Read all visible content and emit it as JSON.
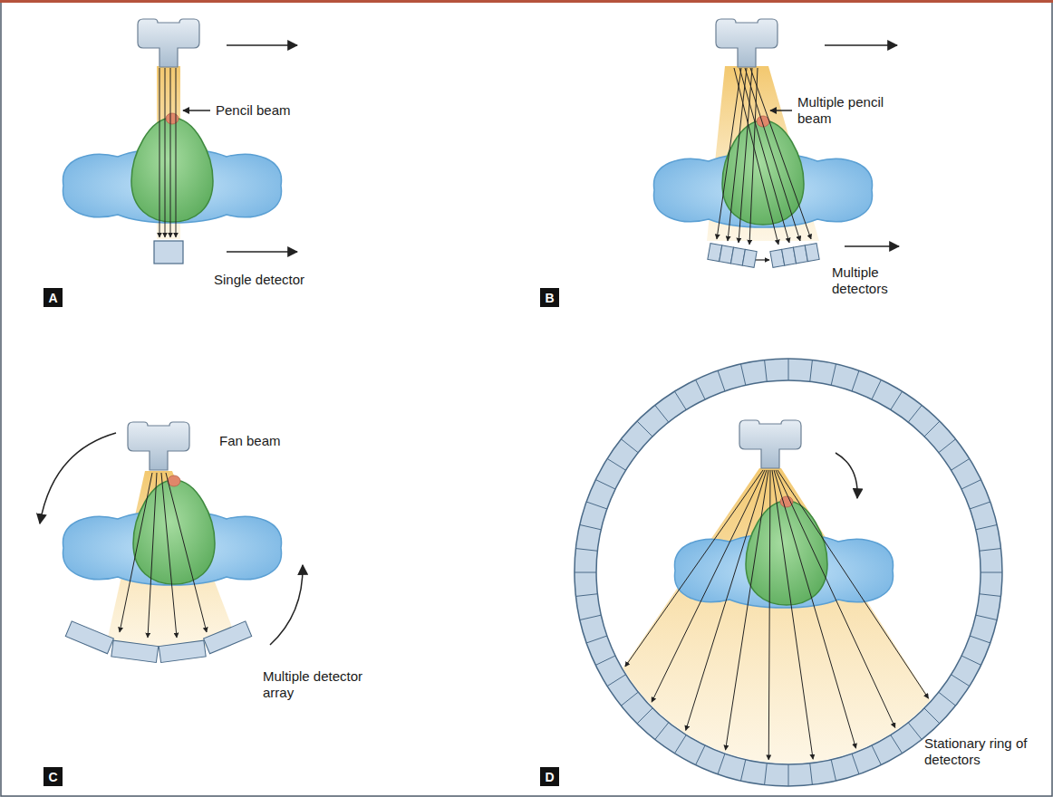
{
  "diagram": {
    "nodes": [
      {
        "text": [
          "A"
        ]
      },
      {
        "text": [
          "B"
        ]
      },
      {
        "text": [
          "C"
        ]
      },
      {
        "text": [
          "D"
        ]
      }
    ],
    "labels": [
      "Pencil beam",
      "Single detector",
      "Multiple pencil beam",
      "Multiple detectors",
      "Fan beam",
      "Multiple detector array",
      "Stationary ring of detectors"
    ]
  }
}
